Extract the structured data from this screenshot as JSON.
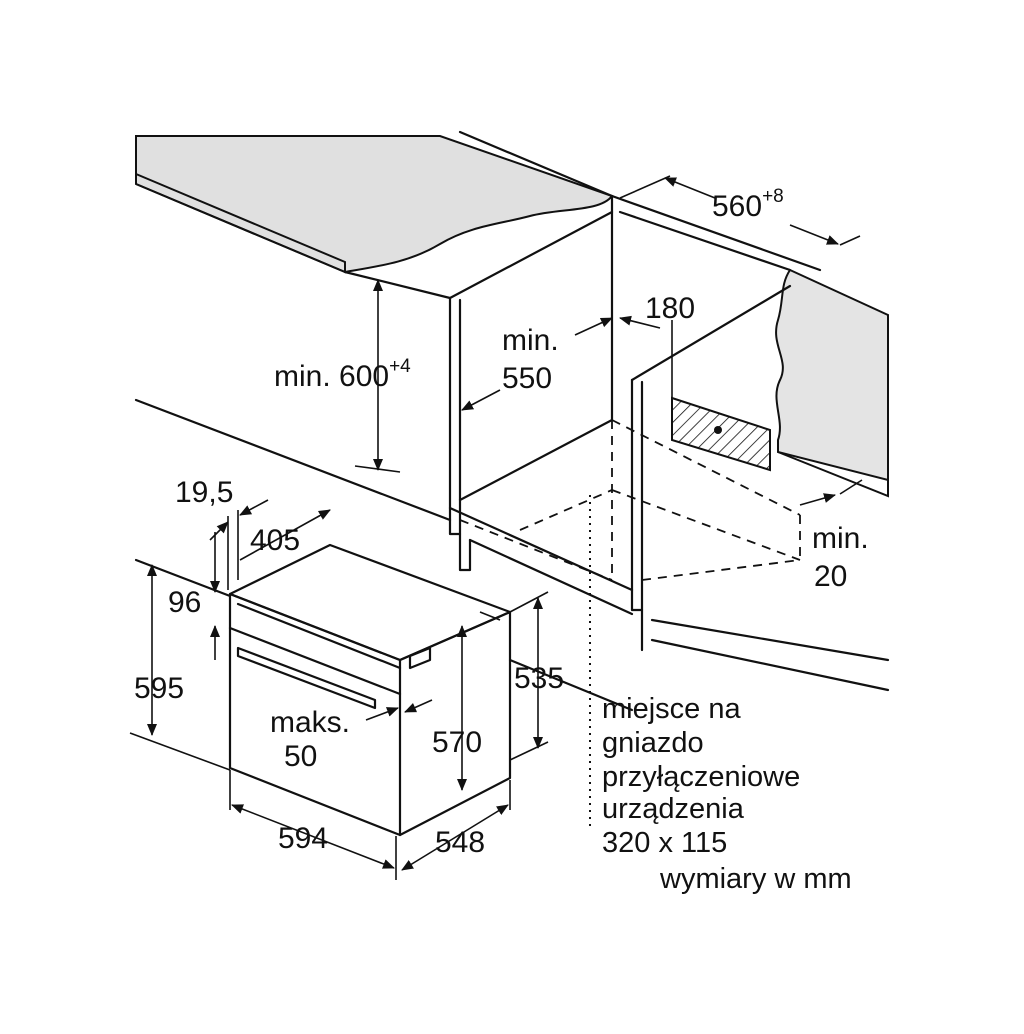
{
  "colors": {
    "line": "#111111",
    "countertop": "#e0e0e0",
    "wall": "#e4e4e4",
    "background": "#ffffff"
  },
  "labels": {
    "cabinet_width": "560",
    "cabinet_width_tol": "+8",
    "vent_depth": "180",
    "niche_height_prefix": "min. 600",
    "niche_height_tol": "+4",
    "niche_depth_line1": "min.",
    "niche_depth_line2": "550",
    "gap_line1": "min.",
    "gap_line2": "20",
    "front_offset": "19,5",
    "body_depth_top": "405",
    "panel_height": "96",
    "total_height": "595",
    "body_height_side": "535",
    "body_height_front": "570",
    "door_gap_line1": "maks.",
    "door_gap_line2": "50",
    "total_width": "594",
    "total_depth": "548"
  },
  "note": {
    "line1": "miejsce na",
    "line2": "gniazdo",
    "line3": "przyłączeniowe",
    "line4": "urządzenia",
    "line5": "320 x 115",
    "units": "wymiary w mm"
  }
}
